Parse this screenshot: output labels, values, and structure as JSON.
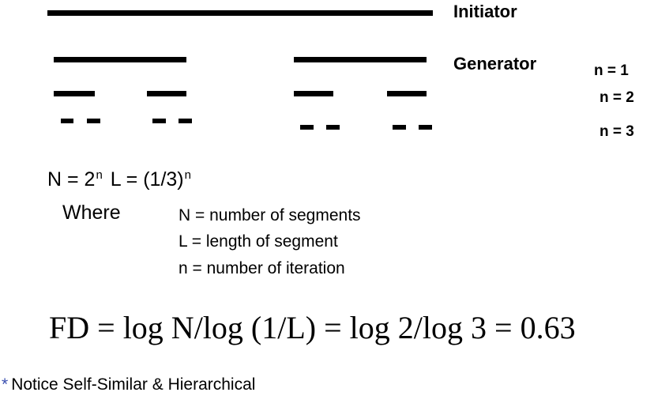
{
  "labels": {
    "initiator": "Initiator",
    "generator": "Generator",
    "n1": "n = 1",
    "n2": "n = 2",
    "n3": "n = 3"
  },
  "formula": {
    "n_part": "N = 2",
    "n_exp": "n",
    "l_part": "L = (1/3)",
    "l_exp": "n"
  },
  "where": {
    "label": "Where",
    "definitions": [
      "N = number of segments",
      "L = length of segment",
      "n = number of iteration"
    ]
  },
  "fractal_dimension": "FD = log N/log (1/L) = log 2/log 3 = 0.63",
  "note": {
    "bullet": "*",
    "text": "Notice Self-Similar & Hierarchical"
  }
}
